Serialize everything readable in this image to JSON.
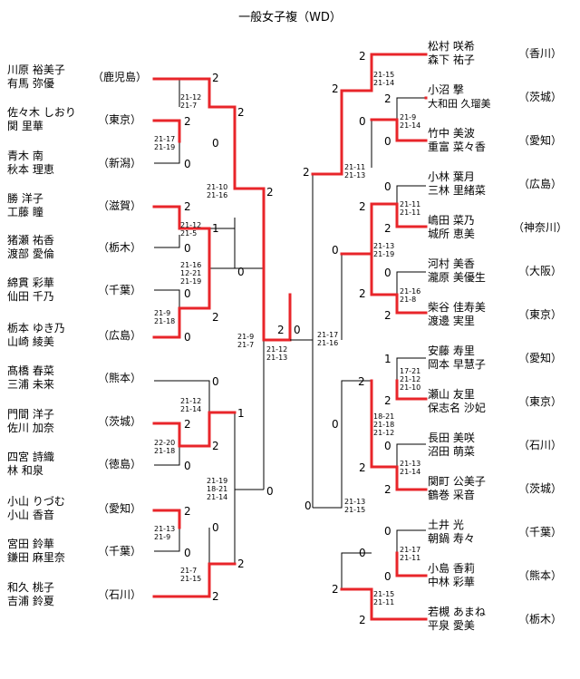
{
  "title": "一般女子複（WD）",
  "colors": {
    "win": "#e8252a",
    "line": "#000000"
  },
  "left_pairs": [
    {
      "p1": "川原 裕美子",
      "p2": "有馬 弥優",
      "pref": "（鹿児島）"
    },
    {
      "p1": "佐々木 しおり",
      "p2": "関 里華",
      "pref": "（東京）"
    },
    {
      "p1": "青木 南",
      "p2": "秋本 理恵",
      "pref": "（新潟）"
    },
    {
      "p1": "勝 洋子",
      "p2": "工藤 瞳",
      "pref": "（滋賀）"
    },
    {
      "p1": "猪瀬 祐香",
      "p2": "渡部 愛倫",
      "pref": "（栃木）"
    },
    {
      "p1": "綿貫 彩華",
      "p2": "仙田 千乃",
      "pref": "（千葉）"
    },
    {
      "p1": "栃本 ゆき乃",
      "p2": "山崎 綾美",
      "pref": "（広島）"
    },
    {
      "p1": "髙橋 春菜",
      "p2": "三浦 未来",
      "pref": "（熊本）"
    },
    {
      "p1": "門間 洋子",
      "p2": "佐川 加奈",
      "pref": "（茨城）"
    },
    {
      "p1": "四宮 詩織",
      "p2": "林 和泉",
      "pref": "（徳島）"
    },
    {
      "p1": "小山 りづむ",
      "p2": "小山 香音",
      "pref": "（愛知）"
    },
    {
      "p1": "宮田 鈴華",
      "p2": "鎌田 麻里奈",
      "pref": "（千葉）"
    },
    {
      "p1": "和久 桃子",
      "p2": "吉浦 鈴夏",
      "pref": "（石川）"
    }
  ],
  "right_pairs": [
    {
      "p1": "松村 咲希",
      "p2": "森下 祐子",
      "pref": "（香川）"
    },
    {
      "p1": "小沼 撃",
      "p2": "大和田 久瑠美",
      "pref": "（茨城）"
    },
    {
      "p1": "竹中 美波",
      "p2": "重富 菜々香",
      "pref": "（愛知）"
    },
    {
      "p1": "小林 葉月",
      "p2": "三林 里緒菜",
      "pref": "（広島）"
    },
    {
      "p1": "嶋田 菜乃",
      "p2": "城所 恵美",
      "pref": "（神奈川）"
    },
    {
      "p1": "河村 美香",
      "p2": "瀧原 美優生",
      "pref": "（大阪）"
    },
    {
      "p1": "柴谷 佳寿美",
      "p2": "渡邊 実里",
      "pref": "（東京）"
    },
    {
      "p1": "安藤 寿里",
      "p2": "岡本 早慧子",
      "pref": "（愛知）"
    },
    {
      "p1": "瀬山 友里",
      "p2": "保志名 沙妃",
      "pref": "（東京）"
    },
    {
      "p1": "長田 美咲",
      "p2": "沼田 萌菜",
      "pref": "（石川）"
    },
    {
      "p1": "関町 公美子",
      "p2": "鶴巻 采音",
      "pref": "（茨城）"
    },
    {
      "p1": "土井 光",
      "p2": "朝鍋 寿々",
      "pref": "（千葉）"
    },
    {
      "p1": "小島 香莉",
      "p2": "中林 彩華",
      "pref": "（熊本）"
    },
    {
      "p1": "若槻 あまね",
      "p2": "平泉 愛美",
      "pref": "（栃木）"
    }
  ],
  "scores": [
    "2",
    "2",
    "0",
    "2",
    "2",
    "0",
    "2",
    "1",
    "0",
    "0",
    "2",
    "0",
    "0",
    "2",
    "2",
    "0",
    "2",
    "1",
    "0",
    "2",
    "2",
    "0",
    "0",
    "0",
    "2",
    "2",
    "2",
    "2",
    "0",
    "2",
    "0",
    "2",
    "0",
    "2",
    "0",
    "2",
    "2",
    "2",
    "0",
    "2",
    "0",
    "0",
    "1",
    "2",
    "0",
    "2",
    "0",
    "0",
    "0",
    "0",
    "2",
    "2"
  ],
  "set_scores": [
    [
      "21-12",
      "21-7"
    ],
    [
      "21-17",
      "21-19"
    ],
    [
      "21-10",
      "21-16"
    ],
    [
      "21-12",
      "21-5"
    ],
    [
      "21-16",
      "12-21",
      "21-19"
    ],
    [
      "21-9",
      "21-18"
    ],
    [
      "21-9",
      "21-7"
    ],
    [
      "21-12",
      "21-14"
    ],
    [
      "22-20",
      "21-18"
    ],
    [
      "21-19",
      "18-21",
      "21-14"
    ],
    [
      "21-13",
      "21-9"
    ],
    [
      "21-7",
      "21-15"
    ],
    [
      "21-12",
      "21-13"
    ],
    [
      "21-17",
      "21-16"
    ],
    [
      "21-15",
      "21-14"
    ],
    [
      "21-9",
      "21-14"
    ],
    [
      "21-11",
      "21-13"
    ],
    [
      "21-11",
      "21-11"
    ],
    [
      "21-13",
      "21-19"
    ],
    [
      "21-16",
      "21-8"
    ],
    [
      "17-21",
      "21-12",
      "21-10"
    ],
    [
      "18-21",
      "21-18",
      "21-12"
    ],
    [
      "21-13",
      "21-14"
    ],
    [
      "21-13",
      "21-15"
    ],
    [
      "21-17",
      "21-11"
    ],
    [
      "21-15",
      "21-11"
    ]
  ]
}
